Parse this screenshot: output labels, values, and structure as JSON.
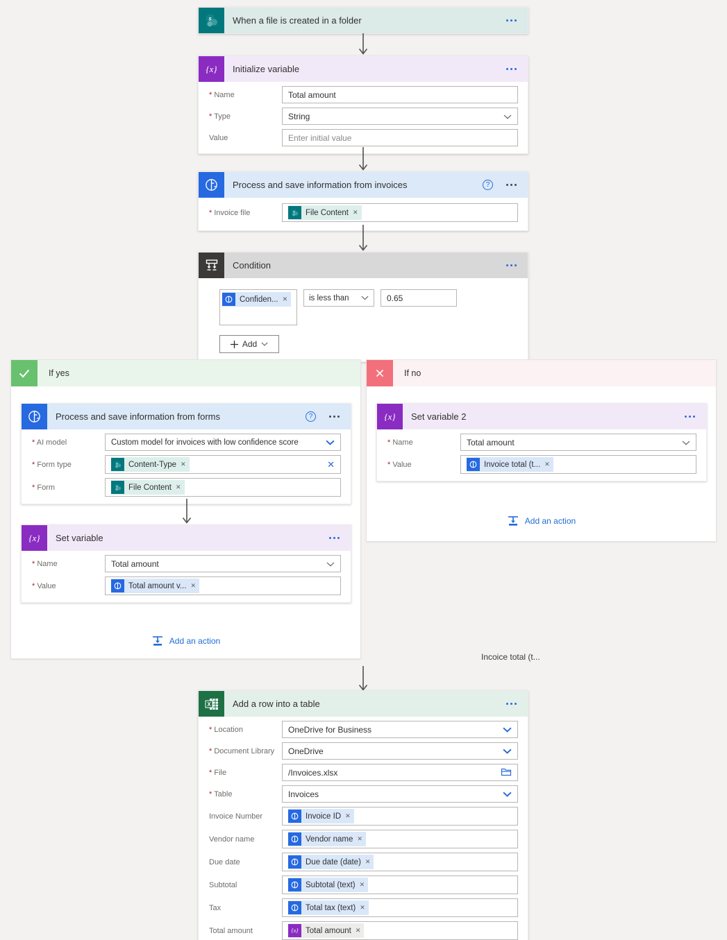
{
  "colors": {
    "canvas_bg": "#f3f2f1",
    "sharepoint": "#03787c",
    "sharepoint_header": "#dceae8",
    "variable_purple": "#8a2bc2",
    "variable_header": "#f2e9f8",
    "ai_blue": "#2669e0",
    "ai_header": "#dbe9f8",
    "condition_dark": "#3b3a39",
    "condition_header": "#d8d8d8",
    "if_yes_green": "#68c16e",
    "if_yes_bar": "#e9f5ea",
    "if_no_red": "#f2707b",
    "if_no_bar": "#fdf2f3",
    "excel_green": "#1e7145",
    "excel_header": "#e3efe9",
    "link_blue": "#1f6cd6",
    "required_red": "#a4262c"
  },
  "trigger_card": {
    "title": "When a file is created in a folder"
  },
  "initialize_variable_card": {
    "title": "Initialize variable",
    "name_label": "Name",
    "name_value": "Total amount",
    "type_label": "Type",
    "type_value": "String",
    "value_label": "Value",
    "value_placeholder": "Enter initial value"
  },
  "process_invoices_card": {
    "title": "Process and save information from invoices",
    "invoice_file_label": "Invoice file",
    "invoice_file_token": "File Content"
  },
  "condition_card": {
    "title": "Condition",
    "operand_token": "Confiden...",
    "operator_value": "is less than",
    "compare_value": "0.65",
    "add_button_label": "Add"
  },
  "if_yes": {
    "label": "If yes",
    "process_forms_card": {
      "title": "Process and save information from forms",
      "ai_model_label": "AI model",
      "ai_model_value": "Custom model for invoices with low confidence score",
      "form_type_label": "Form type",
      "form_type_token": "Content-Type",
      "form_label": "Form",
      "form_token": "File Content"
    },
    "set_variable_card": {
      "title": "Set variable",
      "name_label": "Name",
      "name_value": "Total amount",
      "value_label": "Value",
      "value_token": "Total amount v..."
    },
    "add_action_label": "Add an action"
  },
  "if_no": {
    "label": "If no",
    "set_variable_2_card": {
      "title": "Set variable 2",
      "name_label": "Name",
      "name_value": "Total amount",
      "value_label": "Value",
      "value_token": "Invoice total (t..."
    },
    "add_action_label": "Add an action"
  },
  "floating_token_text": "Incoice total (t...",
  "excel_card": {
    "title": "Add a row into a table",
    "rows": [
      {
        "label": "Location",
        "value": "OneDrive for Business"
      },
      {
        "label": "Document Library",
        "value": "OneDrive"
      },
      {
        "label": "File",
        "value": "/Invoices.xlsx"
      },
      {
        "label": "Table",
        "value": "Invoices"
      },
      {
        "label": "Invoice Number",
        "token": "Invoice ID"
      },
      {
        "label": "Vendor name",
        "token": "Vendor name"
      },
      {
        "label": "Due date",
        "token": "Due date (date)"
      },
      {
        "label": "Subtotal",
        "token": "Subtotal (text)"
      },
      {
        "label": "Tax",
        "token": "Total tax (text)"
      },
      {
        "label": "Total amount",
        "token": "Total amount"
      }
    ]
  }
}
